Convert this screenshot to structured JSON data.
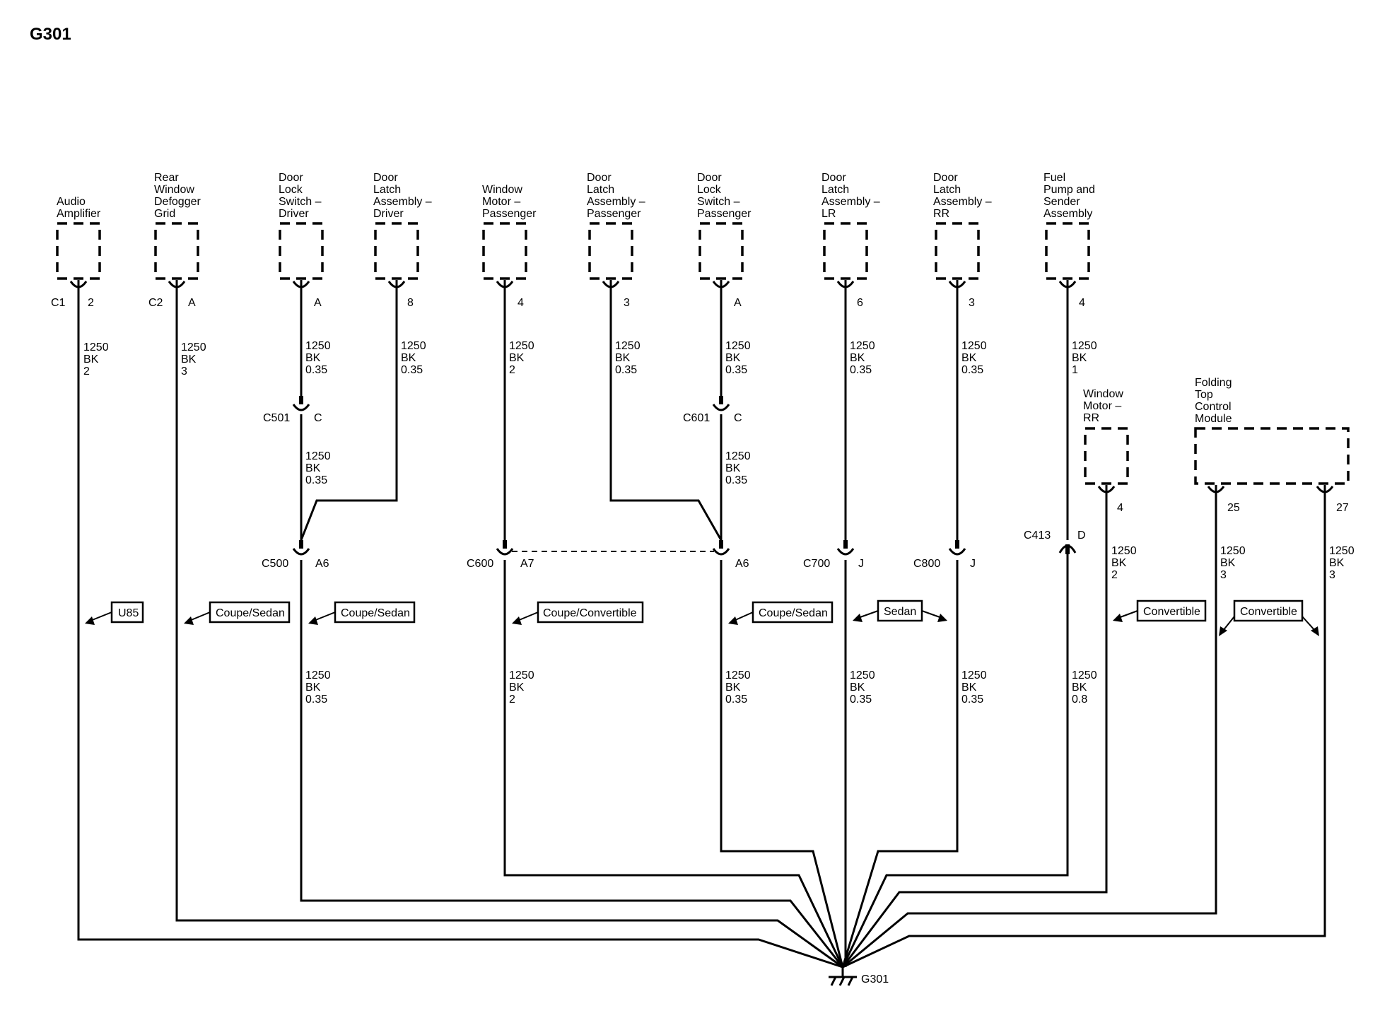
{
  "title": "G301",
  "components": [
    {
      "id": "audio",
      "lines": [
        "Audio",
        "Amplifier"
      ]
    },
    {
      "id": "defog",
      "lines": [
        "Rear",
        "Window",
        "Defogger",
        "Grid"
      ]
    },
    {
      "id": "dls_drv",
      "lines": [
        "Door",
        "Lock",
        "Switch –",
        "Driver"
      ]
    },
    {
      "id": "dla_drv",
      "lines": [
        "Door",
        "Latch",
        "Assembly –",
        "Driver"
      ]
    },
    {
      "id": "wm_pass",
      "lines": [
        "Window",
        "Motor –",
        "Passenger"
      ]
    },
    {
      "id": "dla_pass",
      "lines": [
        "Door",
        "Latch",
        "Assembly –",
        "Passenger"
      ]
    },
    {
      "id": "dls_pass",
      "lines": [
        "Door",
        "Lock",
        "Switch –",
        "Passenger"
      ]
    },
    {
      "id": "dla_lr",
      "lines": [
        "Door",
        "Latch",
        "Assembly –",
        "LR"
      ]
    },
    {
      "id": "dla_rr",
      "lines": [
        "Door",
        "Latch",
        "Assembly –",
        "RR"
      ]
    },
    {
      "id": "fuel",
      "lines": [
        "Fuel",
        "Pump and",
        "Sender",
        "Assembly"
      ]
    },
    {
      "id": "wm_rr",
      "lines": [
        "Window",
        "Motor –",
        "RR"
      ]
    },
    {
      "id": "ftcm",
      "lines": [
        "Folding",
        "Top",
        "Control",
        "Module"
      ]
    }
  ],
  "pins": {
    "audio": {
      "connector": "C1",
      "pin": "2"
    },
    "defog": {
      "connector": "C2",
      "pin": "A"
    },
    "dls_drv": {
      "pin": "A"
    },
    "dla_drv": {
      "pin": "8"
    },
    "wm_pass": {
      "pin": "4"
    },
    "dla_pass": {
      "pin": "3"
    },
    "dls_pass": {
      "pin": "A"
    },
    "dla_lr": {
      "pin": "6"
    },
    "dla_rr": {
      "pin": "3"
    },
    "fuel": {
      "pin": "4"
    },
    "wm_rr": {
      "pin": "4"
    },
    "ftcm_a": {
      "pin": "25"
    },
    "ftcm_b": {
      "pin": "27"
    }
  },
  "inline_connectors": {
    "c501": {
      "name": "C501",
      "pin": "C"
    },
    "c601": {
      "name": "C601",
      "pin": "C"
    },
    "c500": {
      "name": "C500",
      "pin": "A6"
    },
    "c600a": {
      "name": "C600",
      "pin": "A7"
    },
    "c600b": {
      "pin": "A6"
    },
    "c700": {
      "name": "C700",
      "pin": "J"
    },
    "c800": {
      "name": "C800",
      "pin": "J"
    },
    "c413": {
      "name": "C413",
      "pin": "D"
    }
  },
  "wires": {
    "audio": [
      "1250",
      "BK",
      "2"
    ],
    "defog": [
      "1250",
      "BK",
      "3"
    ],
    "dls_drv_top": [
      "1250",
      "BK",
      "0.35"
    ],
    "dls_drv_mid": [
      "1250",
      "BK",
      "0.35"
    ],
    "dla_drv": [
      "1250",
      "BK",
      "0.35"
    ],
    "wm_pass_top": [
      "1250",
      "BK",
      "2"
    ],
    "dla_pass": [
      "1250",
      "BK",
      "0.35"
    ],
    "dls_pass_top": [
      "1250",
      "BK",
      "0.35"
    ],
    "dls_pass_mid": [
      "1250",
      "BK",
      "0.35"
    ],
    "dla_lr_top": [
      "1250",
      "BK",
      "0.35"
    ],
    "dla_rr_top": [
      "1250",
      "BK",
      "0.35"
    ],
    "fuel_top": [
      "1250",
      "BK",
      "1"
    ],
    "wm_rr": [
      "1250",
      "BK",
      "2"
    ],
    "ftcm_a": [
      "1250",
      "BK",
      "3"
    ],
    "ftcm_b": [
      "1250",
      "BK",
      "3"
    ],
    "c500_low": [
      "1250",
      "BK",
      "0.35"
    ],
    "c600_low": [
      "1250",
      "BK",
      "2"
    ],
    "c600b_low": [
      "1250",
      "BK",
      "0.35"
    ],
    "c700_low": [
      "1250",
      "BK",
      "0.35"
    ],
    "c800_low": [
      "1250",
      "BK",
      "0.35"
    ],
    "c413_low": [
      "1250",
      "BK",
      "0.8"
    ]
  },
  "options": {
    "u85": "U85",
    "coupe_sedan_1": "Coupe/Sedan",
    "coupe_sedan_2": "Coupe/Sedan",
    "coupe_convertible": "Coupe/Convertible",
    "coupe_sedan_3": "Coupe/Sedan",
    "sedan": "Sedan",
    "convertible_1": "Convertible",
    "convertible_2": "Convertible"
  },
  "ground": {
    "label": "G301"
  }
}
